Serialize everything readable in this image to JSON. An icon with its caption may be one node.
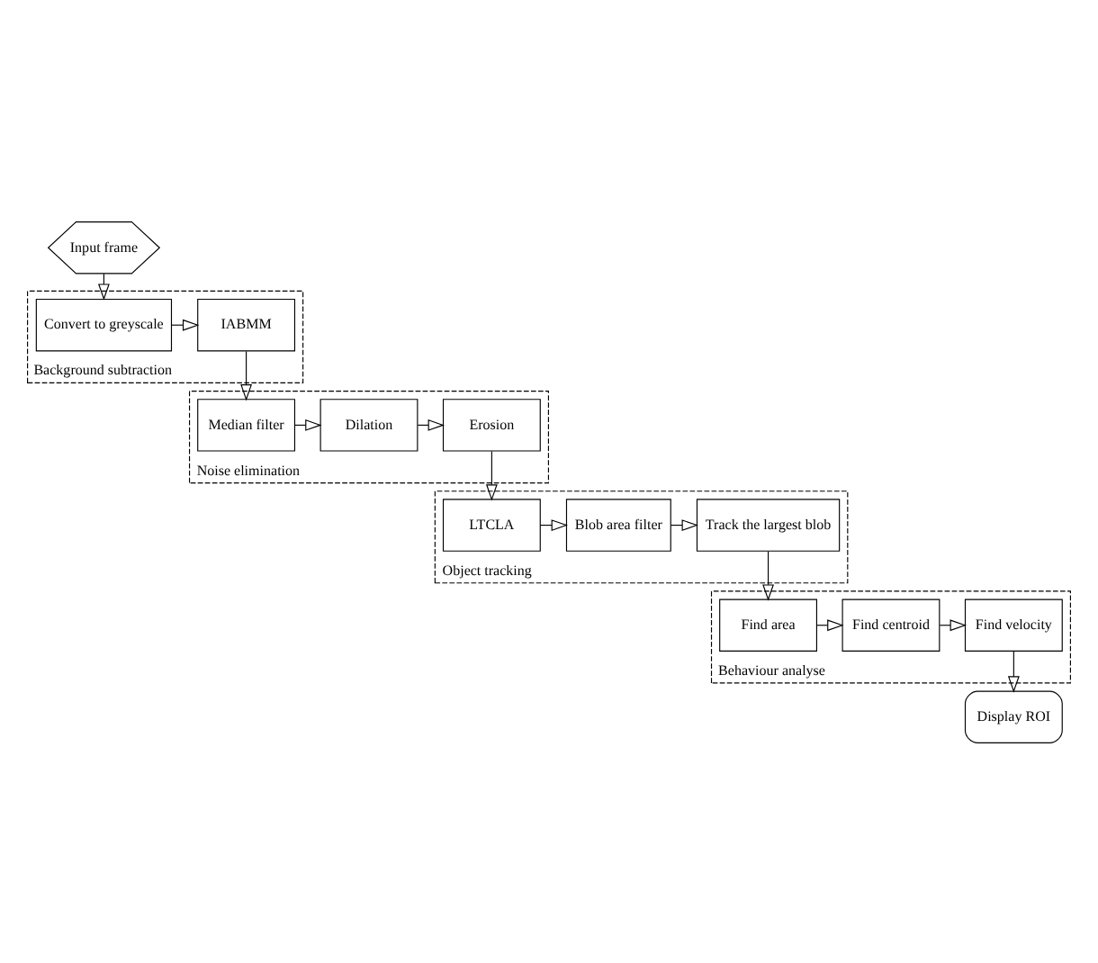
{
  "diagram": {
    "nodes": [
      {
        "text": [
          "Input frame"
        ]
      },
      {
        "text": [
          "Background subtraction"
        ]
      },
      {
        "text": [
          "IABMM"
        ],
        "in": 1
      },
      {
        "text": [
          "Convert to greyscale"
        ],
        "in": 1
      },
      {
        "text": [
          "Noise elimination"
        ]
      },
      {
        "text": [
          "Median filter"
        ],
        "in": 4
      },
      {
        "text": [
          "Dilation"
        ],
        "in": 4
      },
      {
        "text": [
          "Erosion"
        ],
        "in": 4
      },
      {
        "text": [
          "Object tracking"
        ]
      },
      {
        "text": [
          "Track the largest blob"
        ],
        "in": 8
      },
      {
        "text": [
          "Blob area filter"
        ],
        "in": 8
      },
      {
        "text": [
          "LTCLA"
        ],
        "in": 8
      },
      {
        "text": [
          "Behaviour analyse"
        ]
      },
      {
        "text": [
          "Find area"
        ],
        "in": 12
      },
      {
        "text": [
          "Find centroid"
        ],
        "in": 12
      },
      {
        "text": [
          "Find velocity"
        ],
        "in": 12
      },
      {
        "text": [
          "Display ROI"
        ]
      }
    ],
    "edges": [
      {
        "from": 0,
        "to": 3,
        "arrow": "to"
      },
      {
        "from": 3,
        "to": 2,
        "arrow": "to"
      },
      {
        "from": 2,
        "to": 5,
        "arrow": "to"
      },
      {
        "from": 5,
        "to": 6,
        "arrow": "to"
      },
      {
        "from": 6,
        "to": 7,
        "arrow": "to"
      },
      {
        "from": 7,
        "to": 11,
        "arrow": "to"
      },
      {
        "from": 11,
        "to": 10,
        "arrow": "to"
      },
      {
        "from": 10,
        "to": 9,
        "arrow": "to"
      },
      {
        "from": 9,
        "to": 13,
        "arrow": "to"
      },
      {
        "from": 13,
        "to": 14,
        "arrow": "to"
      },
      {
        "from": 14,
        "to": 15,
        "arrow": "to"
      },
      {
        "from": 15,
        "to": 16,
        "arrow": "to"
      }
    ]
  }
}
